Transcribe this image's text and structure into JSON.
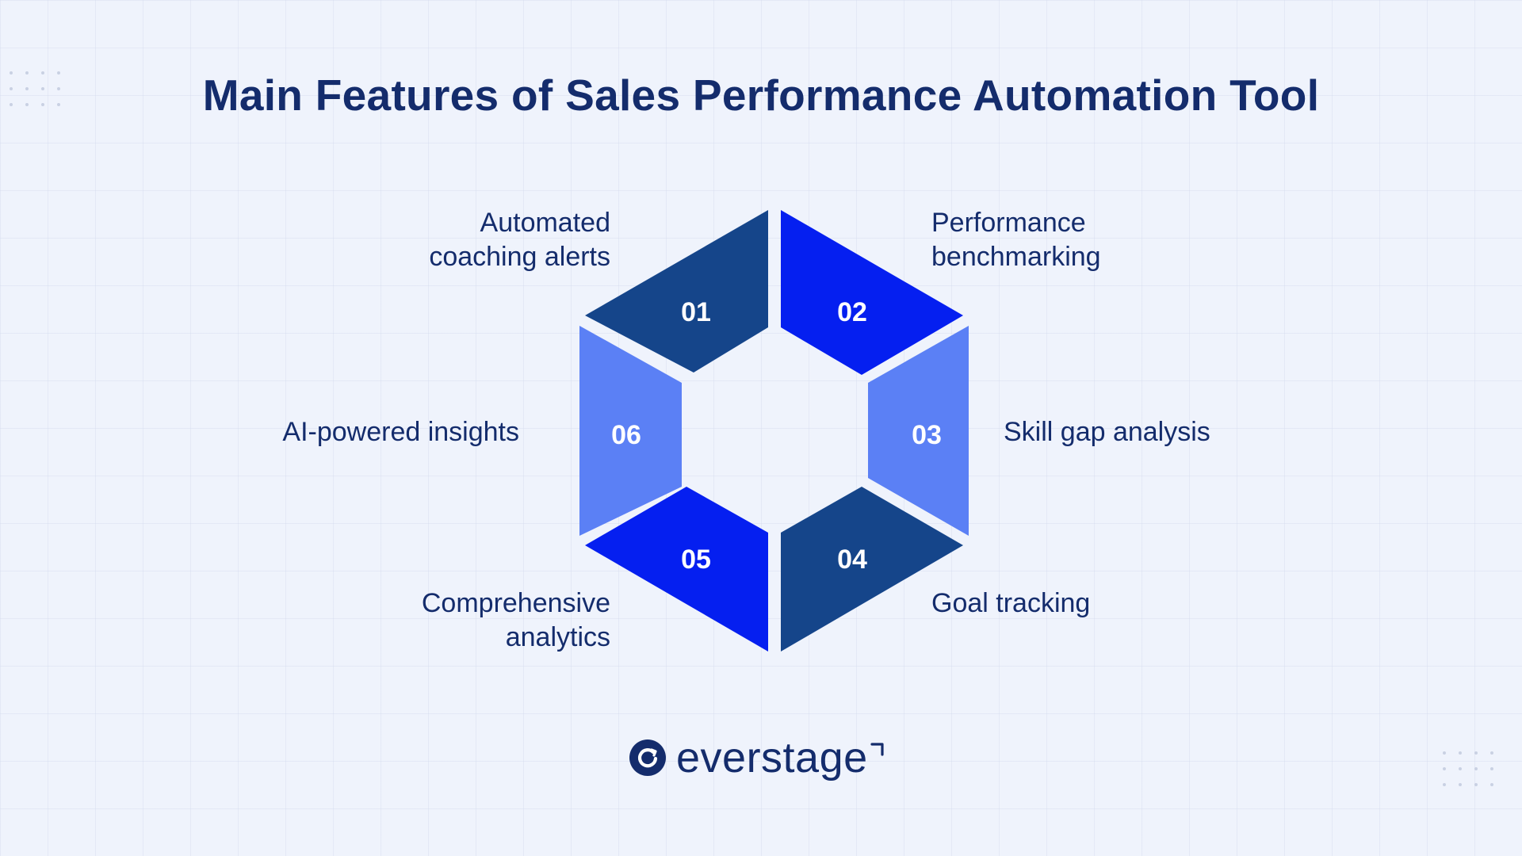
{
  "title": "Main Features of Sales Performance Automation Tool",
  "segments": [
    {
      "number": "01",
      "label_lines": [
        "Automated",
        "coaching alerts"
      ],
      "color": "#15458a"
    },
    {
      "number": "02",
      "label_lines": [
        "Performance",
        "benchmarking"
      ],
      "color": "#051ff0"
    },
    {
      "number": "03",
      "label_lines": [
        "Skill gap analysis"
      ],
      "color": "#5b80f5"
    },
    {
      "number": "04",
      "label_lines": [
        "Goal tracking"
      ],
      "color": "#15458a"
    },
    {
      "number": "05",
      "label_lines": [
        "Comprehensive",
        "analytics"
      ],
      "color": "#051ff0"
    },
    {
      "number": "06",
      "label_lines": [
        "AI-powered insights"
      ],
      "color": "#5b80f5"
    }
  ],
  "logo": {
    "text": "everstage",
    "icon": "everstage-logo-icon"
  },
  "colors": {
    "background": "#eff3fc",
    "text": "#142c6c",
    "dark_blue": "#15458a",
    "royal_blue": "#051ff0",
    "light_blue": "#5b80f5"
  }
}
